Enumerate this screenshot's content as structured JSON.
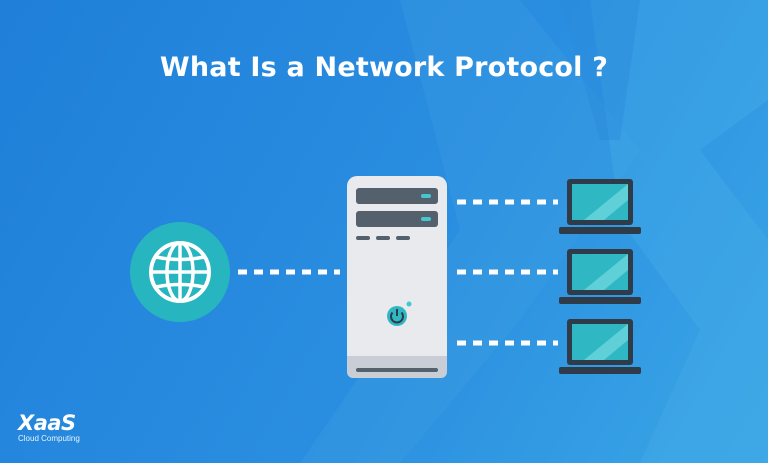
{
  "title": "What Is a Network Protocol ?",
  "brand": {
    "name": "XaaS",
    "tagline": "Cloud Computing"
  },
  "icons": {
    "globe": "globe-icon",
    "server": "server-icon",
    "power": "power-icon",
    "laptop": "laptop-icon"
  },
  "colors": {
    "background": "#2a8ee0",
    "globe_circle": "#27b6c0",
    "server_body": "#e8eaee",
    "server_dark": "#55606d",
    "accent": "#43c8d0",
    "laptop_screen": "#2fb8c4",
    "laptop_body": "#2f3b48",
    "connector": "#ffffff"
  }
}
